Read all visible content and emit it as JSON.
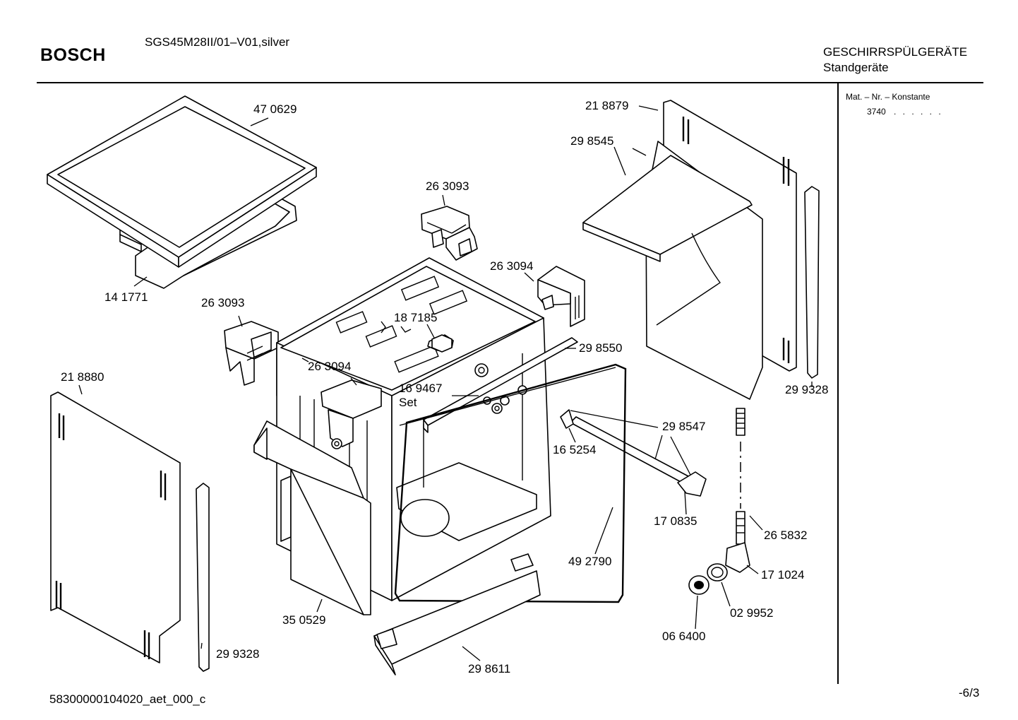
{
  "header": {
    "brand": "BOSCH",
    "model": "SGS45M28II/01–V01,silver",
    "category": "GESCHIRRSPÜLGERÄTE",
    "subcategory": "Standgeräte"
  },
  "sidebar": {
    "mat_label": "Mat. – Nr. – Konstante",
    "mat_value": "3740",
    "mat_dots": ". . . . . ."
  },
  "footer": {
    "doc_id": "58300000104020_aet_000_c",
    "page": "-6/3"
  },
  "parts": [
    {
      "id": "p470629",
      "label": "47 0629"
    },
    {
      "id": "p141771",
      "label": "14 1771"
    },
    {
      "id": "p263093a",
      "label": "26 3093"
    },
    {
      "id": "p263093b",
      "label": "26 3093"
    },
    {
      "id": "p263094a",
      "label": "26 3094"
    },
    {
      "id": "p263094b",
      "label": "26 3094"
    },
    {
      "id": "p187185",
      "label": "18 7185"
    },
    {
      "id": "p298550",
      "label": "29 8550"
    },
    {
      "id": "p169467",
      "label": "16 9467"
    },
    {
      "id": "pset",
      "label": "Set"
    },
    {
      "id": "p218879",
      "label": "21 8879"
    },
    {
      "id": "p298545",
      "label": "29 8545"
    },
    {
      "id": "p299328a",
      "label": "29 9328"
    },
    {
      "id": "p299328b",
      "label": "29 9328"
    },
    {
      "id": "p218880",
      "label": "21 8880"
    },
    {
      "id": "p298547",
      "label": "29 8547"
    },
    {
      "id": "p165254",
      "label": "16 5254"
    },
    {
      "id": "p170835",
      "label": "17 0835"
    },
    {
      "id": "p265832",
      "label": "26 5832"
    },
    {
      "id": "p171024",
      "label": "17 1024"
    },
    {
      "id": "p029952",
      "label": "02 9952"
    },
    {
      "id": "p066400",
      "label": "06 6400"
    },
    {
      "id": "p492790",
      "label": "49 2790"
    },
    {
      "id": "p350529",
      "label": "35 0529"
    },
    {
      "id": "p298611",
      "label": "29 8611"
    }
  ]
}
